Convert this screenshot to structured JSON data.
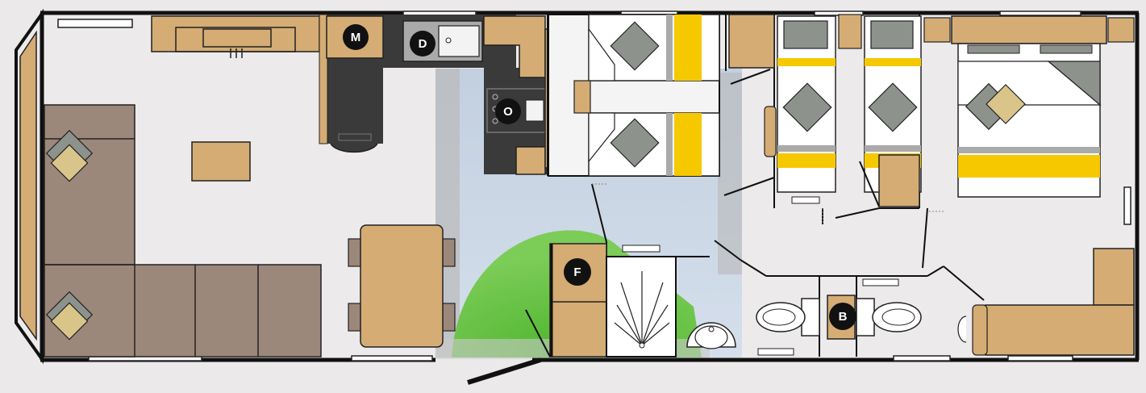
{
  "colors": {
    "background": "#ebe9ea",
    "wall": "#111111",
    "floor": "#eceaeb",
    "wood": "#d4ac74",
    "sofa": "#9c877b",
    "counter": "#3a3a3a",
    "pillow": "#8e928d",
    "yellow": "#f5c800",
    "grass": "#5cbc38",
    "window": "#ffffff"
  },
  "appliance_labels": {
    "microwave": "M",
    "dishwasher": "D",
    "oven": "O",
    "fridge": "F",
    "boiler": "B"
  }
}
